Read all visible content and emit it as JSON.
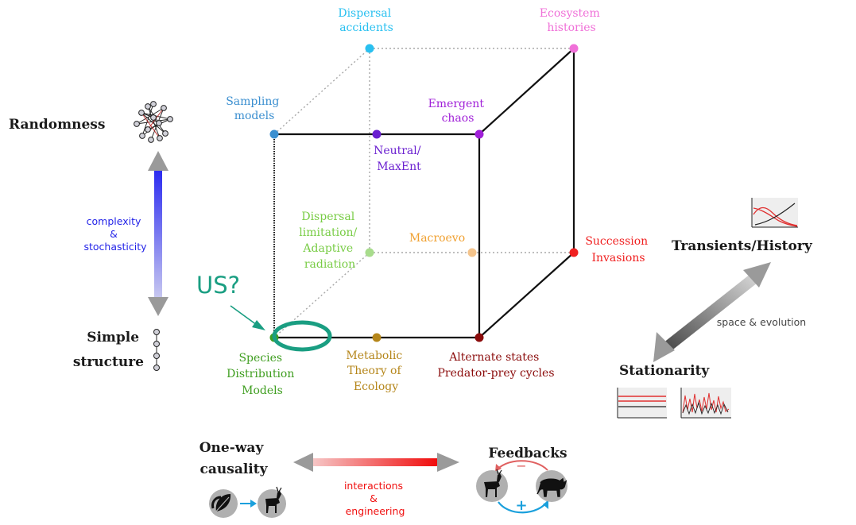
{
  "vertices": {
    "sampling": {
      "text": [
        "Sampling",
        "models"
      ],
      "color": "#3b8fd0"
    },
    "dispersal_accidents": {
      "text": [
        "Dispersal",
        "accidents"
      ],
      "color": "#29c0f0"
    },
    "ecosystem_histories": {
      "text": [
        "Ecosystem",
        "histories"
      ],
      "color": "#f070d8"
    },
    "emergent_chaos": {
      "text": [
        "Emergent",
        "chaos"
      ],
      "color": "#a020d8"
    },
    "neutral": {
      "text": [
        "Neutral/",
        "MaxEnt"
      ],
      "color": "#6a1fd0"
    },
    "dispersal_limitation": {
      "text": [
        "Dispersal",
        "limitation/",
        "Adaptive",
        "radiation"
      ],
      "color": "#78cc45"
    },
    "macroevo": {
      "text": [
        "Macroevo"
      ],
      "color": "#f0a030"
    },
    "succession": {
      "text": [
        "Succession",
        "Invasions"
      ],
      "color": "#f02020"
    },
    "species_distribution": {
      "text": [
        "Species",
        "Distribution",
        "Models"
      ],
      "color": "#3f9e20"
    },
    "metabolic": {
      "text": [
        "Metabolic",
        "Theory of",
        "Ecology"
      ],
      "color": "#b5861a"
    },
    "alternate_states": {
      "text": [
        "Alternate states",
        "Predator-prey cycles"
      ],
      "color": "#8b0c0c"
    }
  },
  "us_label": "US?",
  "us_color": "#1a9e82",
  "axes": {
    "randomness": "Randomness",
    "simple_structure": [
      "Simple",
      "structure"
    ],
    "complexity": [
      "complexity",
      "&",
      "stochasticity"
    ],
    "transients": "Transients/History",
    "stationarity": "Stationarity",
    "space_evolution": "space & evolution",
    "one_way": [
      "One-way",
      "causality"
    ],
    "feedbacks": "Feedbacks",
    "interactions": [
      "interactions",
      "&",
      "engineering"
    ],
    "minus": "−",
    "plus": "+"
  },
  "icons": [
    "random-network-icon",
    "chain-icon",
    "transient-plot-icon",
    "flat-timeseries-icon",
    "fluctuating-timeseries-icon",
    "leaf-to-deer-icon",
    "deer-icon",
    "cat-icon"
  ],
  "colors": {
    "cube_edge": "#111111",
    "hidden_edge": "#a8a8a8",
    "complexity_text": "#2424e8",
    "interactions_text": "#f01010",
    "arrow_grey": "#9a9a9a"
  }
}
